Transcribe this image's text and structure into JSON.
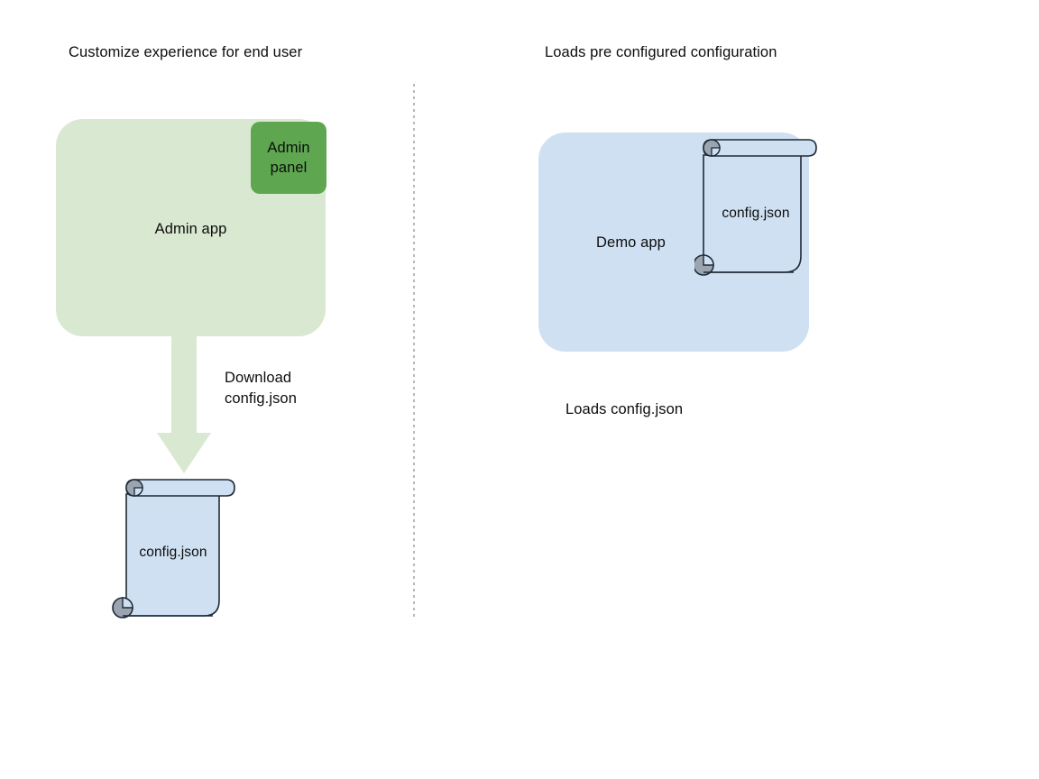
{
  "diagram": {
    "title_left": "Customize experience for end user",
    "title_right": "Loads pre configured configuration",
    "left_flow": {
      "app_box_label": "Admin app",
      "badge_label": "Admin panel",
      "arrow_label": "Download\nconfig.json",
      "file_label": "config.json"
    },
    "right_flow": {
      "app_box_label": "Demo app",
      "file_label": "config.json",
      "caption": "Loads config.json"
    },
    "colors": {
      "admin_app_fill": "#d9e8d0",
      "admin_panel_fill": "#5ea750",
      "arrow_fill": "#d9e8d0",
      "demo_app_fill": "#cfe0f2",
      "scroll_fill": "#cfe0f2",
      "scroll_stroke": "#1f2a37",
      "scroll_curl_fill": "#9aa5b1",
      "divider_stroke": "#b9b9b9",
      "text": "#0d0d0d"
    }
  }
}
